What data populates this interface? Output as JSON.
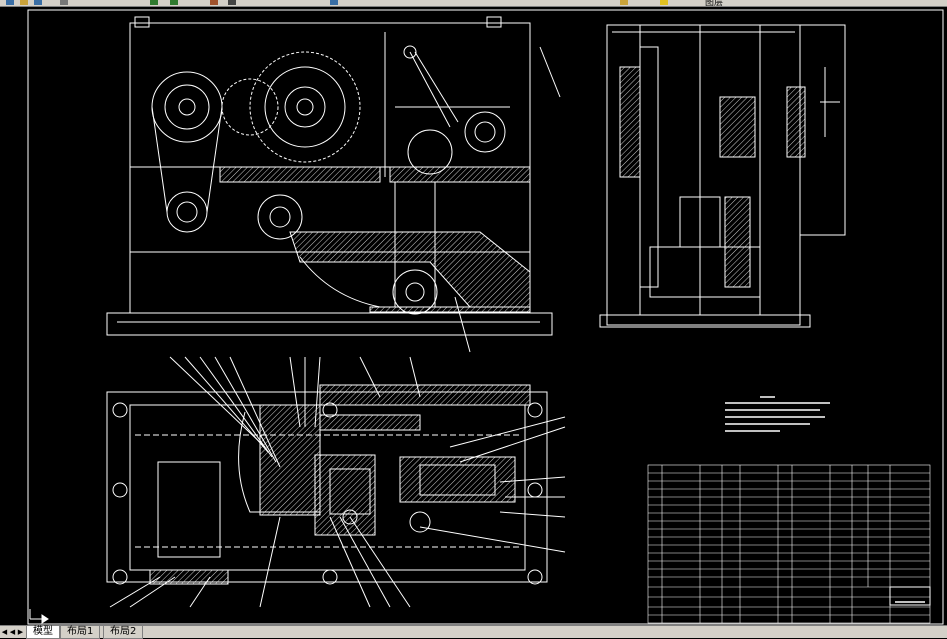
{
  "tabs": [
    {
      "label": "模型",
      "active": true
    },
    {
      "label": "布局1",
      "active": false
    },
    {
      "label": "布局2",
      "active": false
    }
  ],
  "toolbar_partial_text": "图层",
  "colors": {
    "background": "#000000",
    "line_white": "#ffffff",
    "toolbar": "#d4d0c8"
  }
}
